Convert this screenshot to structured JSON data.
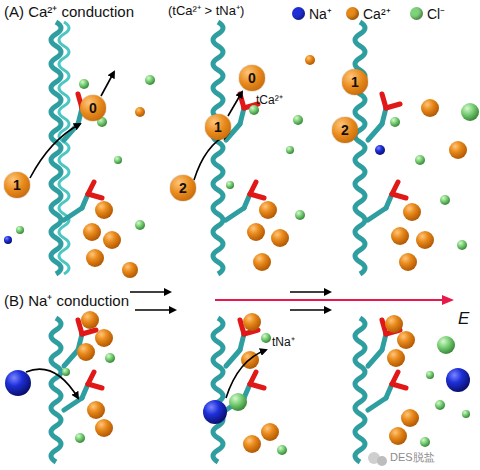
{
  "diagram": {
    "nodes": [
      {
        "text": [
          "0"
        ]
      },
      {
        "text": [
          "1"
        ]
      },
      {
        "text": [
          "0"
        ]
      },
      {
        "text": [
          "1"
        ]
      },
      {
        "text": [
          "2"
        ]
      },
      {
        "text": [
          "1"
        ]
      },
      {
        "text": [
          "2"
        ]
      }
    ],
    "labels": [
      "(A) Ca²⁺ conduction",
      "(tCa²⁺ > tNa⁺)",
      "tCa²⁺",
      "(B) Na⁺ conduction",
      "tNa⁺",
      "E",
      "DES脱盐"
    ],
    "legend": [
      {
        "text": "Na⁺",
        "color": "#1e2fd8"
      },
      {
        "text": "Ca²⁺",
        "color": "#e8891a"
      },
      {
        "text": "Cl⁻",
        "color": "#7ed37a"
      }
    ]
  }
}
